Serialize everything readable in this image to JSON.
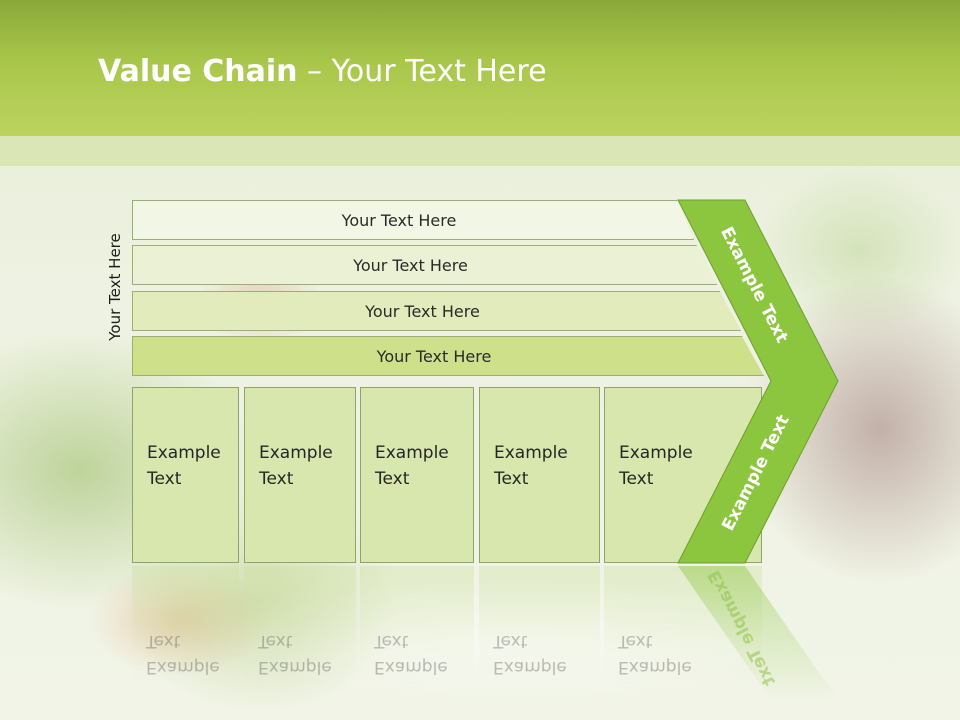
{
  "title": {
    "bold": "Value Chain",
    "rest": " – Your Text Here"
  },
  "side_label": "Your Text Here",
  "bands": [
    "Your Text Here",
    "Your Text Here",
    "Your Text Here",
    "Your Text Here"
  ],
  "boxes": [
    {
      "line1": "Example",
      "line2": "Text"
    },
    {
      "line1": "Example",
      "line2": "Text"
    },
    {
      "line1": "Example",
      "line2": "Text"
    },
    {
      "line1": "Example",
      "line2": "Text"
    },
    {
      "line1": "Example",
      "line2": "Text"
    }
  ],
  "chevron": {
    "upper_label": "Example Text",
    "lower_label": "Example Text",
    "color": "#8cc63f"
  },
  "colors": {
    "header": "#a9c64b",
    "band_darkest": "#cfe08a",
    "box_fill": "#d8e7ad"
  }
}
